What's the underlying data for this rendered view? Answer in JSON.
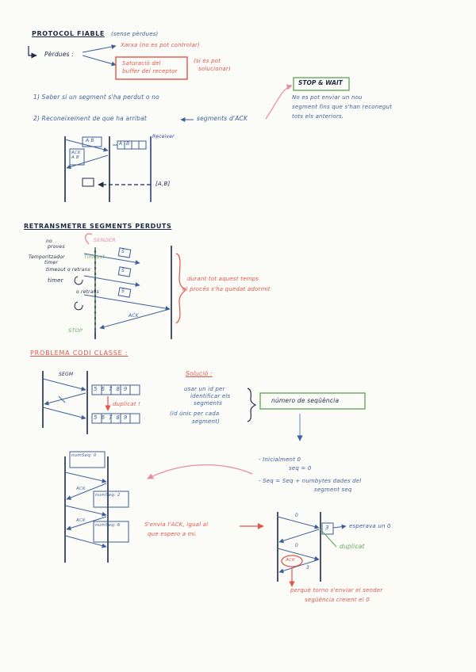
{
  "s1": {
    "title": "PROTOCOL FIABLE",
    "title_note": "(sense pèrdues)",
    "perdues_label": "Pèrdues :",
    "perdues_branch1": "Xarxa (no es pot controlar)",
    "perdues_branch2_line1": "Saturació del",
    "perdues_branch2_line2": "buffer del receptor",
    "branch2_note_line1": "(si es pot",
    "branch2_note_line2": "solucionar)",
    "item1": "1) Saber si un segment s'ha perdut o no",
    "item2": "2) Reconeixement de que ha arribat",
    "item2_arrow_label": "segments d'ACK",
    "stop_wait_label": "STOP & WAIT",
    "stop_wait_desc_line1": "No es pot enviar un nou",
    "stop_wait_desc_line2": "segment fins que s'han reconegut",
    "stop_wait_desc_line3": "tots els anteriors.",
    "diag_seg_label": "A B",
    "diag_ack_label": "ACK A B",
    "diag_buffer_cells": [
      "A",
      "B",
      "",
      ""
    ],
    "diag_receiver_label": "Receiver",
    "diag_app_label": "[A,B]"
  },
  "s2": {
    "title": "RETRANSMETRE SEGMENTS PERDUTS",
    "sender_label": "SENDER",
    "stop_label": "STOP",
    "side_label1_line1": "no",
    "side_label1_line2": "proves",
    "side_label2_line1": "Temporitzador",
    "side_label2_line2": "timer",
    "side_label2_extra": "Timeout",
    "side_label3": "timeout o retrans",
    "side_label4": "timer",
    "side_label5": "o retrans",
    "seg_label": "S",
    "ack_label": "ACK",
    "brace_text_line1": "durant tot aquest temps",
    "brace_text_line2": "el procés s'ha quedat adormit"
  },
  "s3": {
    "title": "PROBLEMA CODI CLASSE :",
    "seg_label": "SEGM",
    "buffer_cells": [
      "5",
      "6",
      "7",
      "8",
      "9"
    ],
    "duplicat_label": "duplicat !",
    "solucio_label": "Solució :",
    "solucio_line1": "usar un id per",
    "solucio_line2": "identificar els",
    "solucio_line3": "segments",
    "solucio_line4": "(id únic per cada",
    "solucio_line5": "segment)",
    "numero_seq": "número de seqüència",
    "init_line1": "- Inicialment 0",
    "init_line2": "seq = 0",
    "seq_line1": "- Seq = Seq + numbytes dades del",
    "seq_line2": "segment seq",
    "ack_note_line1": "S'envia l'ACK, igual al",
    "ack_note_line2": "que espero a mi.",
    "esperava_label": "esperava un 0",
    "duplicat2": "duplicat",
    "num_3a": "3",
    "num_3b": "3",
    "num_0a": "0",
    "num_0b": "0",
    "bottom_note_line1": "perquè torno s'enviar el sender",
    "bottom_note_line2": "següència creient el 0",
    "seqbox1_label": "numSeq: 0",
    "seqbox2_label": "numSeq: 2",
    "seqbox3_label": "numSeq: 6",
    "ack1": "ACK",
    "ack2": "ACK",
    "ack_circle": "ACK"
  },
  "colors": {
    "ink": "#1f2a44",
    "blue": "#3f5f9a",
    "red": "#e2554a",
    "green": "#6aa860",
    "pink": "#e98aa6"
  }
}
